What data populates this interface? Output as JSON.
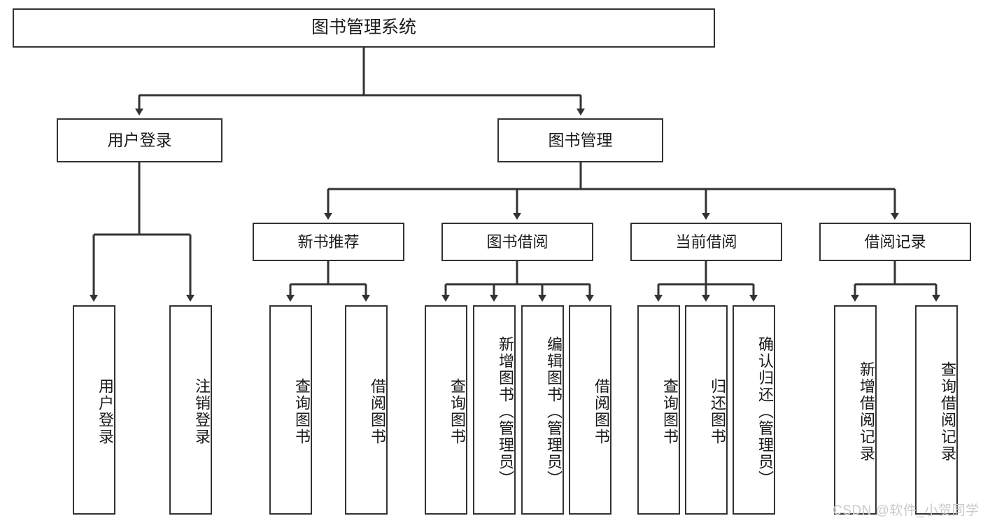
{
  "diagram": {
    "title": "图书管理系统",
    "type": "tree-hierarchy-diagram",
    "root": {
      "label": "图书管理系统"
    },
    "level2": [
      {
        "label": "用户登录"
      },
      {
        "label": "图书管理"
      }
    ],
    "level3": [
      {
        "label": "新书推荐"
      },
      {
        "label": "图书借阅"
      },
      {
        "label": "当前借阅"
      },
      {
        "label": "借阅记录"
      }
    ],
    "leaves": {
      "user_login": [
        {
          "label": "用户登录"
        },
        {
          "label": "注销登录"
        }
      ],
      "new_book_recommend": [
        {
          "label": "查询图书"
        },
        {
          "label": "借阅图书"
        }
      ],
      "book_borrow": [
        {
          "label": "查询图书"
        },
        {
          "label": "新增图书（管理员）"
        },
        {
          "label": "编辑图书（管理员）"
        },
        {
          "label": "借阅图书"
        }
      ],
      "current_borrow": [
        {
          "label": "查询图书"
        },
        {
          "label": "归还图书"
        },
        {
          "label": "确认归还（管理员）"
        }
      ],
      "borrow_records": [
        {
          "label": "新增借阅记录"
        },
        {
          "label": "查询借阅记录"
        }
      ]
    }
  },
  "watermark": {
    "text": "CSDN @软件_小贺同学"
  },
  "colors": {
    "stroke": "#333333",
    "background": "#ffffff",
    "text": "#1a1a1a",
    "watermark": "#c9c9c9"
  }
}
